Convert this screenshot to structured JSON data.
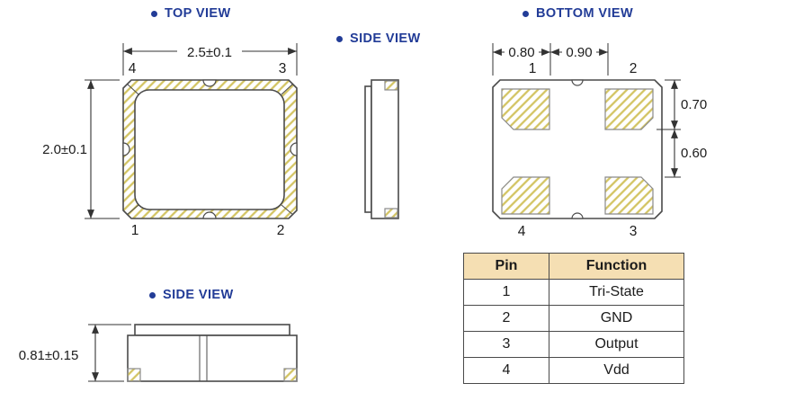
{
  "colors": {
    "accent": "#223c97",
    "line": "#4a4a4a",
    "dim": "#333333",
    "hatch": "#d3c463",
    "table-header-bg": "#f5dfb3"
  },
  "views": {
    "top": {
      "label": "TOP VIEW",
      "dim_width": "2.5±0.1",
      "dim_height": "2.0±0.1",
      "pin_top_left": "4",
      "pin_top_right": "3",
      "pin_bottom_left": "1",
      "pin_bottom_right": "2"
    },
    "side_top": {
      "label": "SIDE VIEW"
    },
    "bottom": {
      "label": "BOTTOM VIEW",
      "dim_pad_width": "0.80",
      "dim_pad_gap_x": "0.90",
      "dim_pad_height": "0.70",
      "dim_pad_gap_y": "0.60",
      "pin_top_left": "1",
      "pin_top_right": "2",
      "pin_bottom_left": "4",
      "pin_bottom_right": "3"
    },
    "side_bottom": {
      "label": "SIDE VIEW",
      "dim_height": "0.81±0.15"
    }
  },
  "pin_table": {
    "headers": [
      "Pin",
      "Function"
    ],
    "rows": [
      [
        "1",
        "Tri-State"
      ],
      [
        "2",
        "GND"
      ],
      [
        "3",
        "Output"
      ],
      [
        "4",
        "Vdd"
      ]
    ]
  }
}
